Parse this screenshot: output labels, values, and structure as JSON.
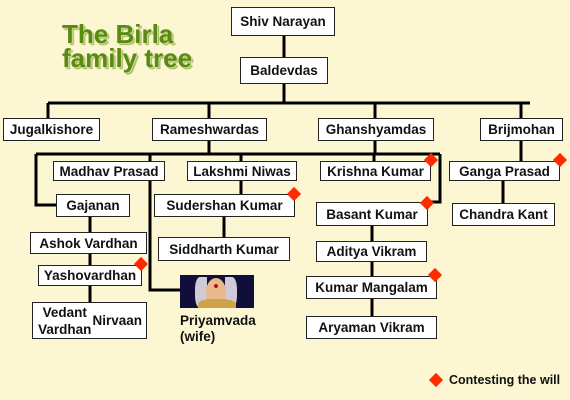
{
  "title": {
    "line1": "The Birla",
    "line2": "family tree"
  },
  "nodes": {
    "shiv_narayan": "Shiv Narayan",
    "baldevdas": "Baldevdas",
    "jugalkishore": "Jugalkishore",
    "rameshwardas": "Rameshwardas",
    "ghanshyamdas": "Ghanshyamdas",
    "brijmohan": "Brijmohan",
    "madhav_prasad": "Madhav Prasad",
    "lakshmi_niwas": "Lakshmi Niwas",
    "krishna_kumar": "Krishna Kumar",
    "ganga_prasad": "Ganga Prasad",
    "gajanan": "Gajanan",
    "sudershan_kumar": "Sudershan Kumar",
    "basant_kumar": "Basant Kumar",
    "chandra_kant": "Chandra Kant",
    "ashok_vardhan": "Ashok Vardhan",
    "siddharth_kumar": "Siddharth Kumar",
    "aditya_vikram": "Aditya Vikram",
    "yashovardhan": "Yashovardhan",
    "kumar_mangalam": "Kumar Mangalam",
    "vedant_line1": "Vedant Vardhan",
    "vedant_line2": "Nirvaan",
    "aryaman_vikram": "Aryaman Vikram"
  },
  "photo_caption": {
    "line1": "Priyamvada",
    "line2": "(wife)"
  },
  "contesting_the_will": [
    "Krishna Kumar",
    "Ganga Prasad",
    "Sudershan Kumar",
    "Basant Kumar",
    "Yashovardhan",
    "Kumar Mangalam"
  ],
  "legend": {
    "label": "Contesting the will",
    "color": "#ff2a00"
  },
  "colors": {
    "background": "#fdf6d2",
    "title": "#5b8a14",
    "marker": "#ff2a00"
  }
}
